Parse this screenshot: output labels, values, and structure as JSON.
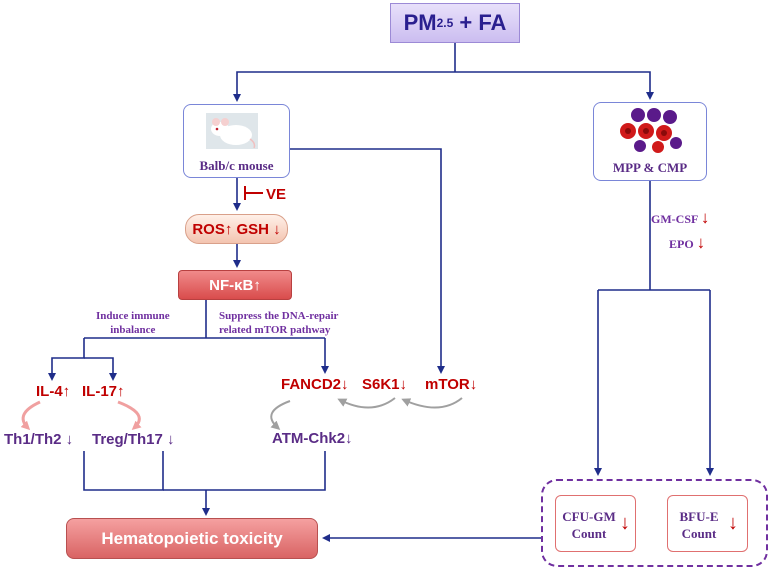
{
  "source": {
    "main": "PM",
    "subscript": "2.5",
    "rest": " + FA"
  },
  "mouse": {
    "label": "Balb/c mouse",
    "image_icon": "mouse-photo-icon"
  },
  "progenitors": {
    "label": "MPP & CMP",
    "image_icon": "blood-cells-icon"
  },
  "inhibitor": {
    "label": "VE"
  },
  "ros": {
    "label": "ROS↑ GSH ↓"
  },
  "nfkb": {
    "label": "NF-κB↑"
  },
  "branches": {
    "immune_line1": "Induce immune",
    "immune_line2": "inbalance",
    "dna_line1": "Suppress the DNA-repair",
    "dna_line2": "related mTOR pathway"
  },
  "immune": {
    "il4": "IL-4↑",
    "il17": "IL-17↑",
    "th1": "Th1/Th2 ↓",
    "treg": "Treg/Th17 ↓"
  },
  "dna": {
    "fancd2": "FANCD2↓",
    "s6k1": "S6K1↓",
    "mtor": "mTOR↓",
    "atm": "ATM-Chk2↓"
  },
  "cytokines": {
    "gmcsf": "GM-CSF",
    "epo": "EPO",
    "down_arrow": "↓"
  },
  "counts": {
    "cfu_line1": "CFU-GM",
    "cfu_line2": "Count",
    "bfu_line1": "BFU-E",
    "bfu_line2": "Count",
    "down_arrow": "↓"
  },
  "outcome": {
    "label": "Hematopoietic toxicity"
  },
  "colors": {
    "arrow": "#1f2d8a",
    "down_red": "#c00000",
    "text_purple": "#7030a0"
  }
}
